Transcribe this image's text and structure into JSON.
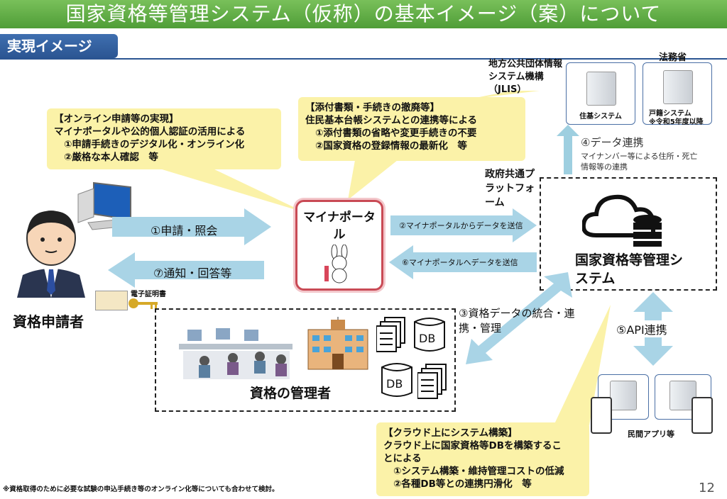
{
  "title": "国家資格等管理システム（仮称）の基本イメージ（案）について",
  "section": "実現イメージ",
  "callout_online": {
    "head": "【オンライン申請等の実現】",
    "line1": "マイナポータルや公的個人認証の活用による",
    "item1": "①申請手続きのデジタル化・オンライン化",
    "item2": "②厳格な本人確認　等"
  },
  "callout_attach": {
    "head": "【添付書類・手続きの撤廃等】",
    "line1": "住民基本台帳システムとの連携等による",
    "item1": "①添付書類の省略や変更手続きの不要",
    "item2": "②国家資格の登録情報の最新化　等"
  },
  "callout_cloud": {
    "head": "【クラウド上にシステム構築】",
    "line1": "クラウド上に国家資格等DBを構築するこ",
    "line2": "とによる",
    "item1": "①システム構築・維持管理コストの低減",
    "item2": "②各種DB等との連携円滑化　等"
  },
  "jlis_label": "地方公共団体情報システム機構（JLIS）",
  "moj_label": "法務省",
  "juki_label": "住基システム",
  "koseki_label": "戸籍システム",
  "koseki_note": "※令和5年度以降",
  "data_link": "④データ連携",
  "data_link_sub1": "マイナンバー等による住所・死亡",
  "data_link_sub2": "情報等の連携",
  "gov_platform": "政府共通プラットフォーム",
  "portal_label": "マイナポータル",
  "system_label": "国家資格等管理システム",
  "applicant": "資格申請者",
  "e_cert": "電子証明書",
  "arrow1": "①申請・照会",
  "arrow7": "⑦通知・回答等",
  "arrow2": "②マイナポータルからデータを送信",
  "arrow6": "⑥マイナポータルへデータを送信",
  "arrow3": "③資格データの統合・連携・管理",
  "arrow5": "⑤API連携",
  "manager": "資格の管理者",
  "db": "DB",
  "private_app": "民間アプリ等",
  "footnote": "※資格取得のために必要な試験の申込手続き等のオンライン化等についても合わせて検討。",
  "page_number": "12",
  "colors": {
    "title_bg": "#5aa83f",
    "tab_bg": "#2f5e9e",
    "callout_bg": "#fbf2a8",
    "arrow": "#9ecfe0",
    "portal_border": "#c94a55"
  }
}
